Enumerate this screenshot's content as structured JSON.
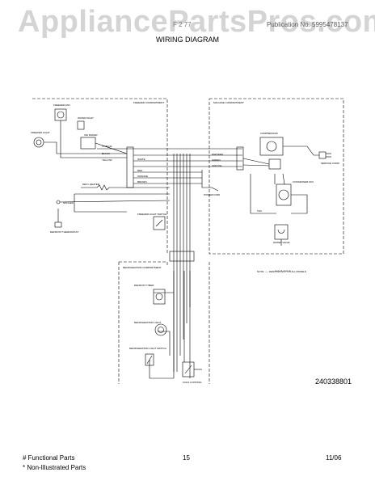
{
  "header": {
    "watermark": "AppliancePartsPros.com",
    "model_fragment": "F  2  77",
    "publication": "Publication No. 5995478137",
    "title": "WIRING DIAGRAM"
  },
  "diagram": {
    "compartments": {
      "freezer": "FREEZER COMPARTMENT",
      "machine": "MACHINE COMPARTMENT",
      "refrigerator": "REFRIGERATOR COMPARTMENT"
    },
    "components": {
      "freezer_fan": "FREEZER FAN",
      "water_inlet": "WATER INLET",
      "ice_maker": "ICE MAKER",
      "freezer_light": "FREEZER LIGHT",
      "defrost_heater": "DEF'L HEATER",
      "splicer": "SPLICER",
      "defrost_thermostat": "DEFROST THERMOSTAT",
      "freezer_light_switch": "FREEZER LIGHT SWITCH",
      "powercord": "POWERCORD",
      "compressor": "COMPRESSOR",
      "condenser_fan": "CONDENSER FAN",
      "service_cord": "SERVICE CORD",
      "water_valve": "WATER VALVE",
      "defrost_timer": "DEFROST TIMER",
      "refrigerator_light": "REFRIGERATOR LIGHT",
      "refrigerator_light_switch": "REFRIGERATOR LIGHT SWITCH",
      "cold_control": "COLD CONTROL"
    },
    "wire_colors": [
      "LT. BLUE",
      "BLACK",
      "YELLOW",
      "WHITE",
      "RED",
      "ORANGE",
      "BROWN",
      "GREEN",
      "GRN/YEL",
      "WHT/RED",
      "TAN"
    ],
    "note": "NOTE: ---- DENOTES NOT ON ALL MODELS",
    "id": "240338801"
  },
  "footer": {
    "functional_parts": "# Functional Parts",
    "non_illustrated": "* Non-Illustrated Parts",
    "page": "15",
    "date": "11/06"
  }
}
